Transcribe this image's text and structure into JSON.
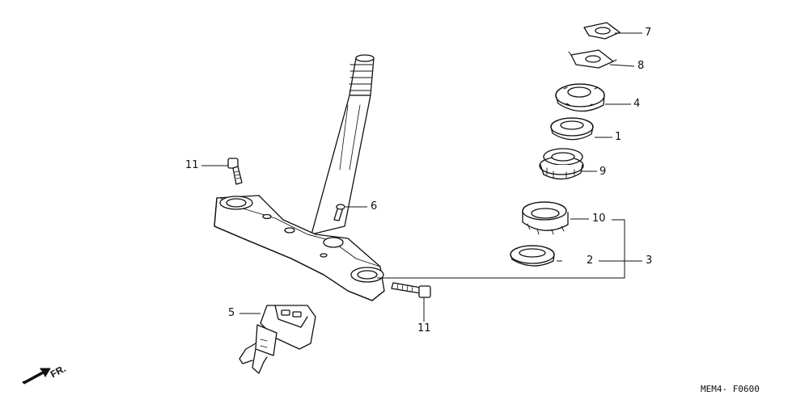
{
  "callouts": {
    "p1": "1",
    "p2": "2",
    "p3": "3",
    "p4": "4",
    "p5": "5",
    "p6": "6",
    "p7": "7",
    "p8": "8",
    "p9": "9",
    "p10": "10",
    "p11_top": "11",
    "p11_bottom": "11"
  },
  "direction": {
    "label": "FR."
  },
  "diagram_code": "MEM4- F0600",
  "colors": {
    "line": "#111111",
    "background": "#ffffff"
  }
}
